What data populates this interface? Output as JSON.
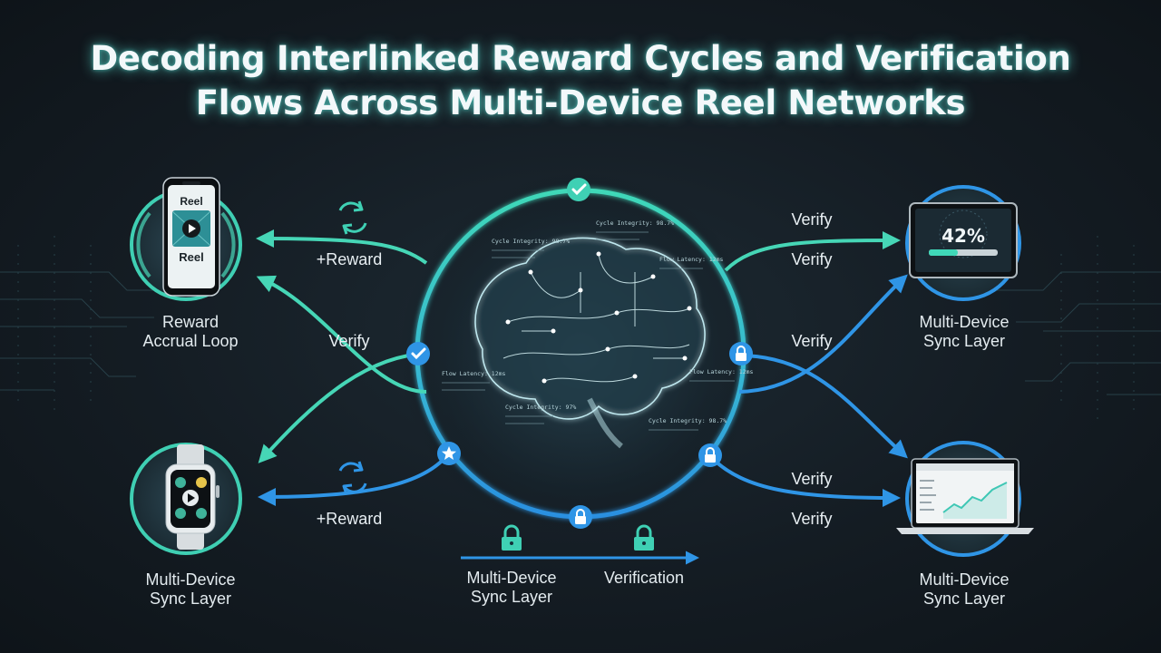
{
  "title": {
    "line1": "Decoding Interlinked Reward Cycles and Verification",
    "line2": "Flows Across Multi-Device Reel Networks"
  },
  "phone": {
    "top_text": "Reel",
    "bottom_text": "Reel"
  },
  "tablet": {
    "percent": "42%",
    "progress": 0.42
  },
  "captions": {
    "top_left": {
      "line1": "Reward",
      "line2": "Accrual Loop"
    },
    "bottom_left": {
      "line1": "Multi-Device",
      "line2": "Sync Layer"
    },
    "top_right": {
      "line1": "Multi-Device",
      "line2": "Sync Layer"
    },
    "bottom_right": {
      "line1": "Multi-Device",
      "line2": "Sync Layer"
    },
    "bottom_center": {
      "line1": "Multi-Device",
      "line2": "Sync Layer"
    },
    "verification": "Verification"
  },
  "flow_labels": {
    "reward_top": "+Reward",
    "reward_bottom": "+Reward",
    "verify_left": "Verify",
    "verify_r1": "Verify",
    "verify_r2": "Verify",
    "verify_r3": "Verify",
    "verify_r4": "Verify",
    "verify_r5": "Verify"
  },
  "brain_annotations": [
    "Cycle Integrity: 98.7%",
    "Flow Latency: 12ms",
    "Cycle Integrity: 98.7%",
    "Flow Latency: 12ms",
    "Flow Latency: 12ms",
    "Cycle Integrity: 97%",
    "Cycle Integrity: 98.7%"
  ],
  "colors": {
    "teal": "#3fd0b4",
    "blue": "#2d8ee0",
    "accent_green": "#4fe0b0"
  },
  "icons": {
    "sync": "refresh-cycle-icon",
    "lock": "padlock-icon",
    "check": "checkmark-icon",
    "star": "star-icon"
  }
}
